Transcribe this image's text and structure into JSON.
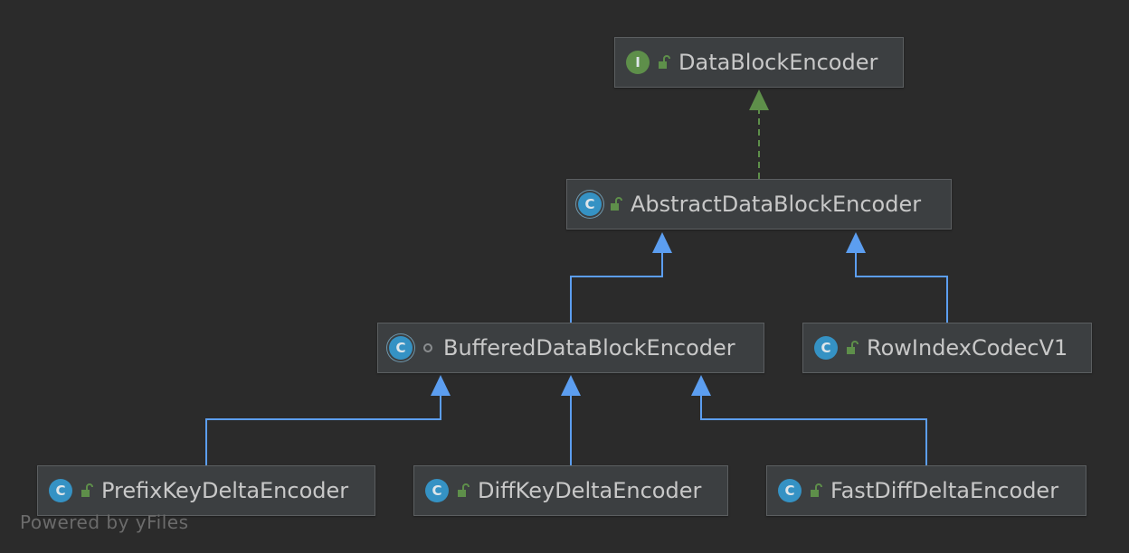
{
  "colors": {
    "background": "#2b2b2b",
    "node_fill": "#3c3f41",
    "extends_edge": "#5c9ef0",
    "implements_edge": "#5e8f4a"
  },
  "nodes": {
    "data_block_encoder": {
      "label": "DataBlockEncoder",
      "kind_letter": "I",
      "kind": "interface",
      "visibility": "public-lock-icon"
    },
    "abstract_data_block_encoder": {
      "label": "AbstractDataBlockEncoder",
      "kind_letter": "C",
      "kind": "abstract-class",
      "visibility": "public-lock-icon"
    },
    "buffered_data_block_encoder": {
      "label": "BufferedDataBlockEncoder",
      "kind_letter": "C",
      "kind": "abstract-class",
      "visibility": "package-private-dot-icon"
    },
    "row_index_codec_v1": {
      "label": "RowIndexCodecV1",
      "kind_letter": "C",
      "kind": "class",
      "visibility": "public-lock-icon"
    },
    "prefix_key_delta_encoder": {
      "label": "PrefixKeyDeltaEncoder",
      "kind_letter": "C",
      "kind": "class",
      "visibility": "public-lock-icon"
    },
    "diff_key_delta_encoder": {
      "label": "DiffKeyDeltaEncoder",
      "kind_letter": "C",
      "kind": "class",
      "visibility": "public-lock-icon"
    },
    "fast_diff_delta_encoder": {
      "label": "FastDiffDeltaEncoder",
      "kind_letter": "C",
      "kind": "class",
      "visibility": "public-lock-icon"
    }
  },
  "edges": [
    {
      "from": "AbstractDataBlockEncoder",
      "to": "DataBlockEncoder",
      "relation": "implements"
    },
    {
      "from": "BufferedDataBlockEncoder",
      "to": "AbstractDataBlockEncoder",
      "relation": "extends"
    },
    {
      "from": "RowIndexCodecV1",
      "to": "AbstractDataBlockEncoder",
      "relation": "extends"
    },
    {
      "from": "PrefixKeyDeltaEncoder",
      "to": "BufferedDataBlockEncoder",
      "relation": "extends"
    },
    {
      "from": "DiffKeyDeltaEncoder",
      "to": "BufferedDataBlockEncoder",
      "relation": "extends"
    },
    {
      "from": "FastDiffDeltaEncoder",
      "to": "BufferedDataBlockEncoder",
      "relation": "extends"
    }
  ],
  "watermark": "Powered by yFiles"
}
